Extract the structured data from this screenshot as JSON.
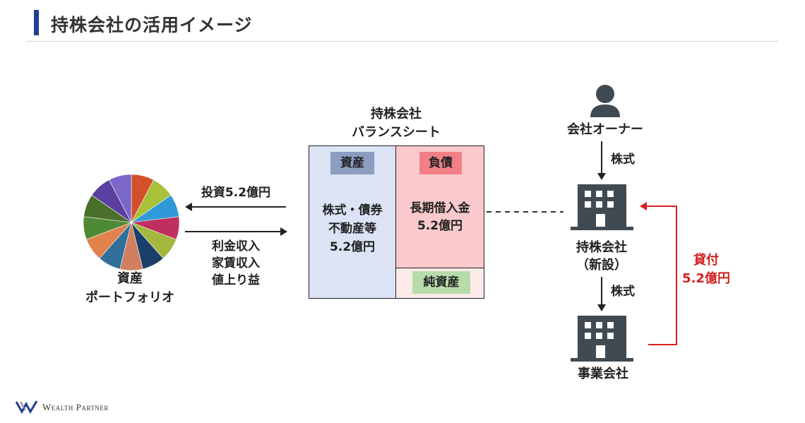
{
  "header": {
    "title": "持株会社の活用イメージ"
  },
  "portfolio": {
    "label_line1": "資産",
    "label_line2": "ポートフォリオ",
    "slice_colors": [
      "#d4502b",
      "#a8c03a",
      "#2f9ad7",
      "#c0305e",
      "#a2b83c",
      "#1b3f6a",
      "#d08060",
      "#2f6f9a",
      "#e0824a",
      "#4e8a35",
      "#4a6f2a",
      "#5a3fa0",
      "#7b68c8"
    ]
  },
  "flows": {
    "invest": "投資5.2億円",
    "returns_line1": "利金収入",
    "returns_line2": "家賃収入",
    "returns_line3": "値上り益"
  },
  "balance_sheet": {
    "title_line1": "持株会社",
    "title_line2": "バランスシート",
    "assets_tag": "資産",
    "assets_line1": "株式・債券",
    "assets_line2": "不動産等",
    "assets_line3": "5.2億円",
    "liabilities_tag": "負債",
    "liabilities_line1": "長期借入金",
    "liabilities_line2": "5.2億円",
    "equity_tag": "純資産"
  },
  "owner": {
    "label": "会社オーナー",
    "arrow_label": "株式"
  },
  "holding": {
    "label_line1": "持株会社",
    "label_line2": "（新設）",
    "arrow_label": "株式"
  },
  "operating": {
    "label": "事業会社"
  },
  "loan": {
    "line1": "貸付",
    "line2": "5.2億円",
    "color": "#d42020"
  },
  "footer": {
    "logo_text": "Wealth Partner"
  }
}
